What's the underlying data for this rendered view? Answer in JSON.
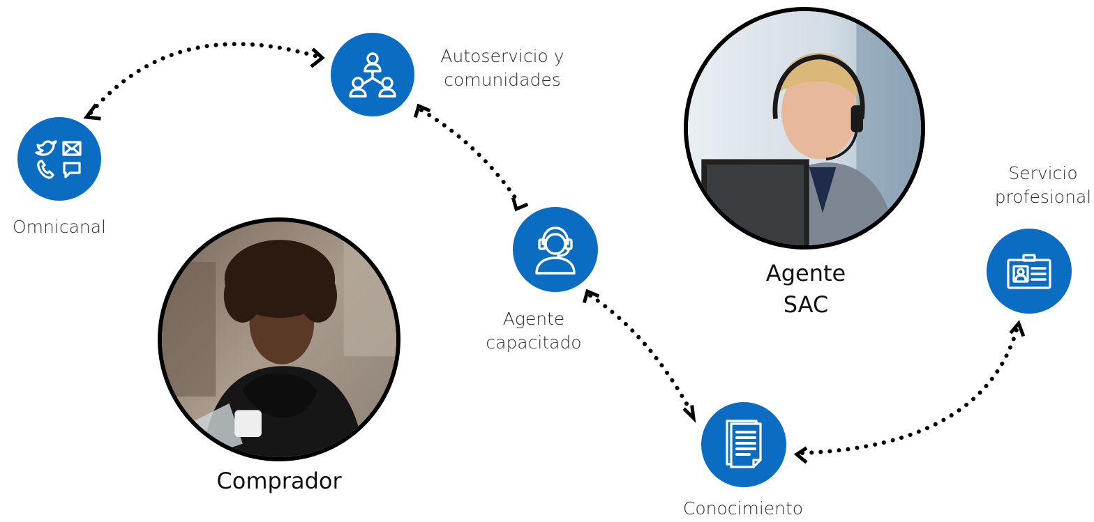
{
  "colors": {
    "icon_blue": "#0a6dc2",
    "dots": "#000000"
  },
  "nodes": {
    "omnichannel": {
      "lines": [
        "Omnicanal"
      ],
      "icon": "omnichannel-icon"
    },
    "selfservice": {
      "lines": [
        "Autoservicio y",
        "comunidades"
      ],
      "icon": "community-icon"
    },
    "empowered_agent": {
      "lines": [
        "Agente",
        "capacitado"
      ],
      "icon": "headset-agent-icon"
    },
    "knowledge": {
      "lines": [
        "Conocimiento"
      ],
      "icon": "document-icon"
    },
    "professional": {
      "lines": [
        "Servicio",
        "profesional"
      ],
      "icon": "id-card-icon"
    }
  },
  "people": {
    "buyer": {
      "lines": [
        "Comprador"
      ]
    },
    "agent": {
      "lines": [
        "Agente",
        "SAC"
      ]
    }
  }
}
